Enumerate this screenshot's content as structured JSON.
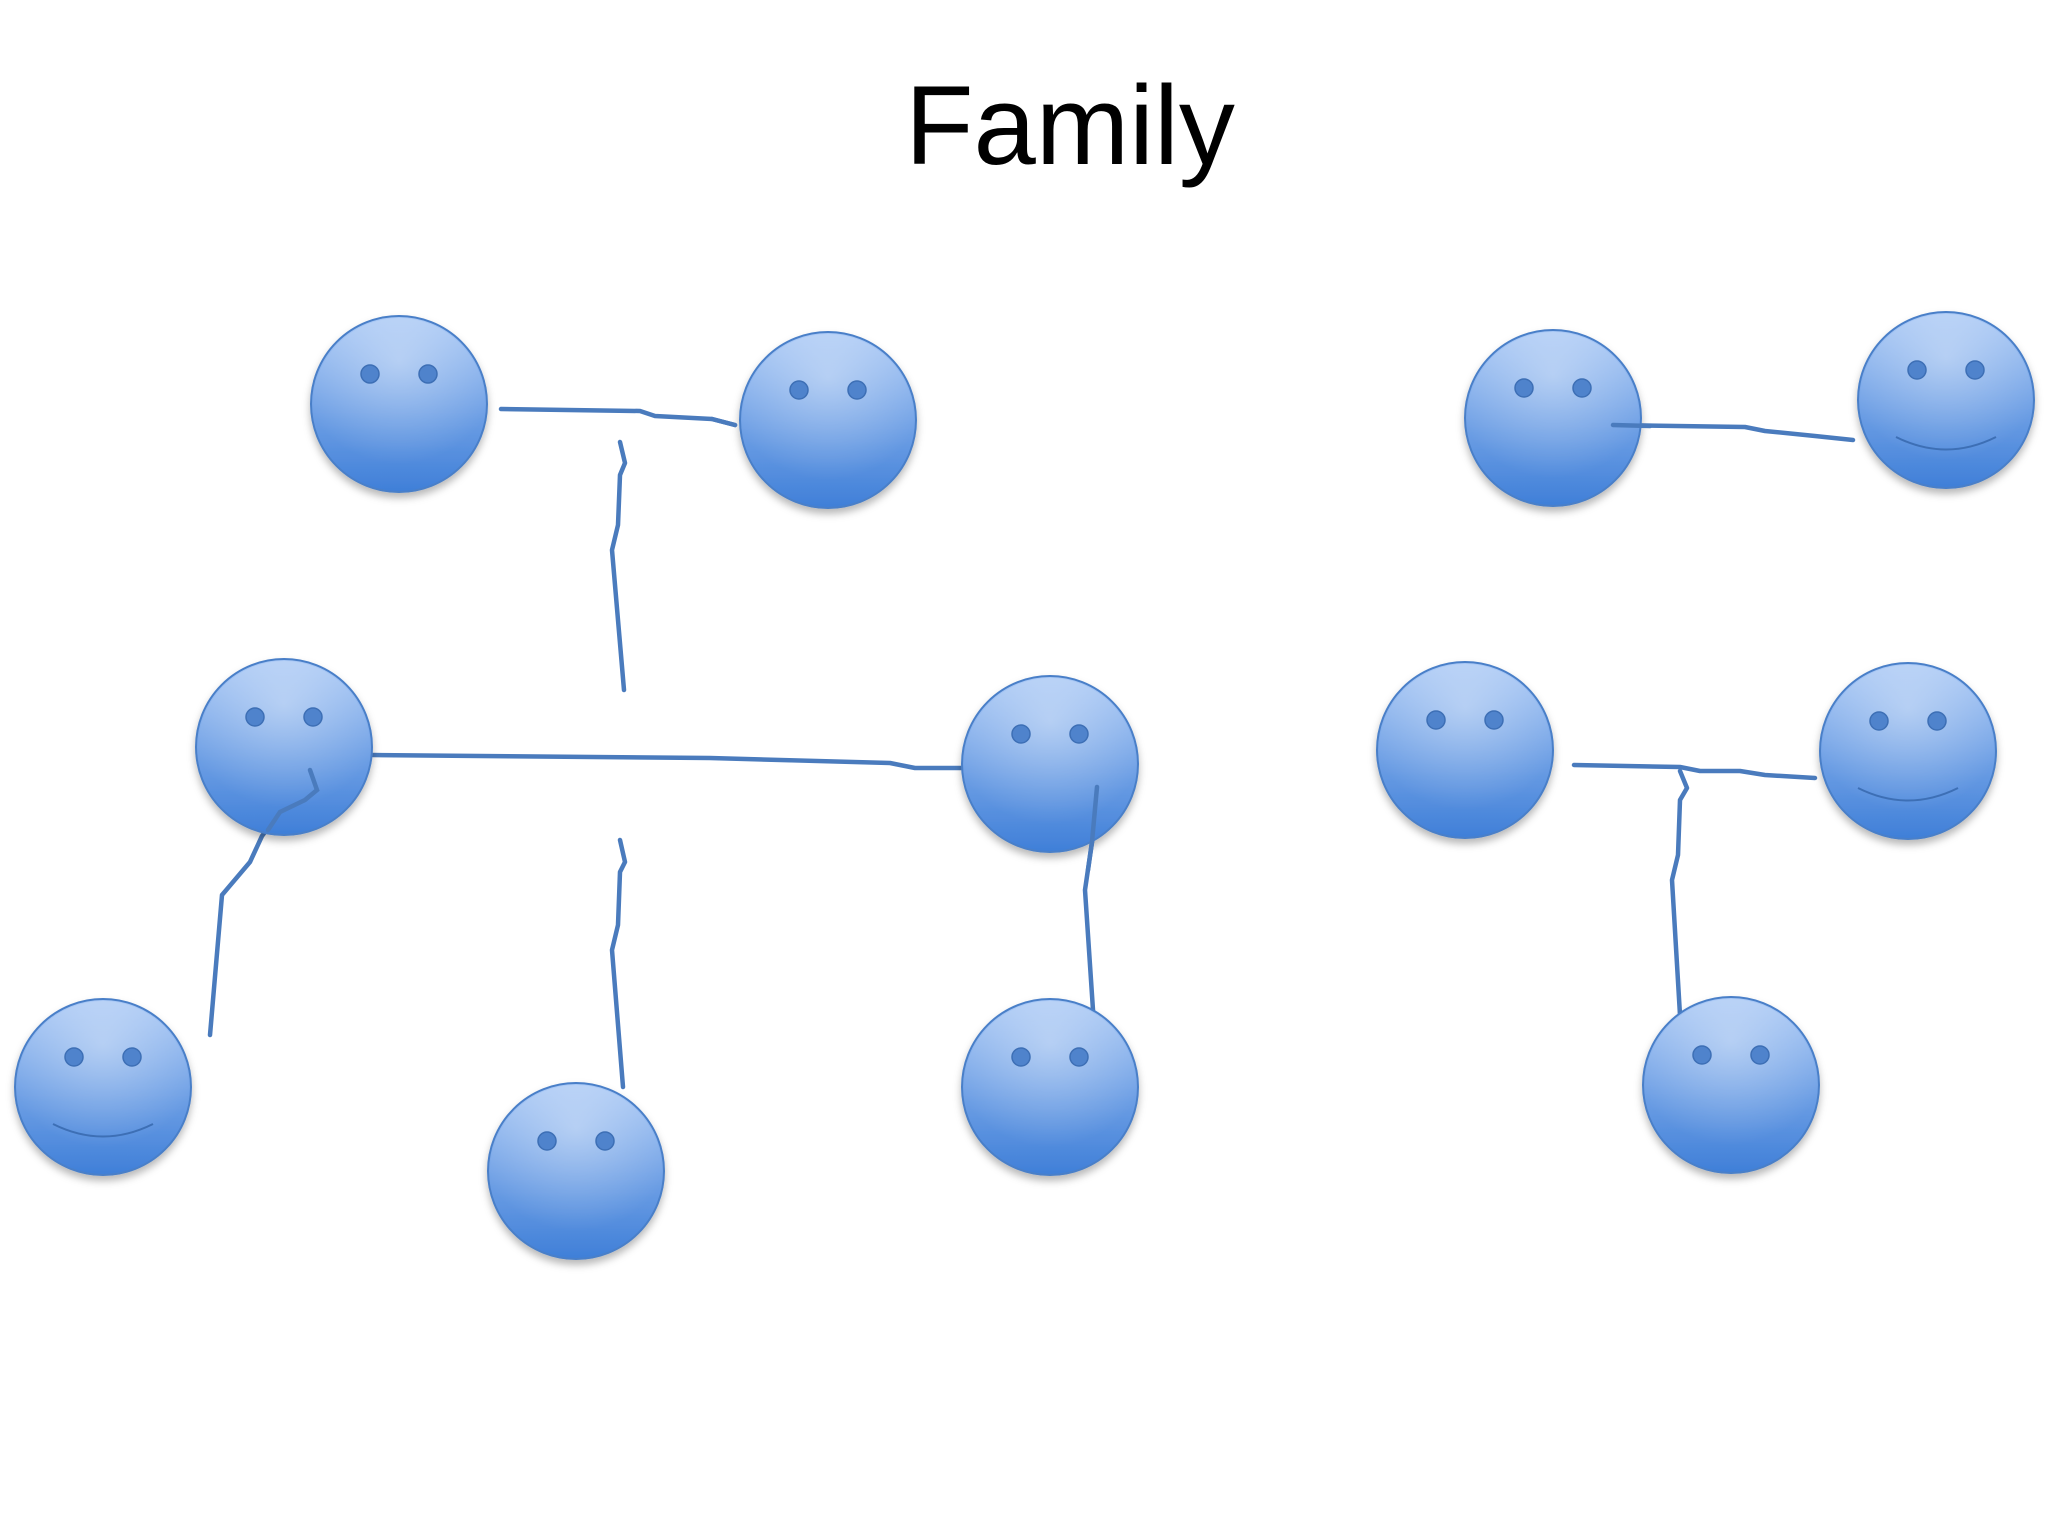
{
  "title": "Family",
  "colors": {
    "face_light": "#a9c8f5",
    "face_dark": "#3f7fd8",
    "face_outline": "#4a7fc8",
    "eye": "#4f83cc",
    "line": "#4a7bbd"
  },
  "people": [
    {
      "id": "grandparent-left-a",
      "smile": false
    },
    {
      "id": "grandparent-left-b",
      "smile": false
    },
    {
      "id": "grandparent-right-a",
      "smile": false
    },
    {
      "id": "grandparent-right-b",
      "smile": true
    },
    {
      "id": "parent-a",
      "smile": false
    },
    {
      "id": "parent-b",
      "smile": false
    },
    {
      "id": "parent-c",
      "smile": false
    },
    {
      "id": "parent-d",
      "smile": true
    },
    {
      "id": "child-a",
      "smile": true
    },
    {
      "id": "child-b",
      "smile": false
    },
    {
      "id": "child-c",
      "smile": false
    },
    {
      "id": "child-d",
      "smile": false
    }
  ]
}
